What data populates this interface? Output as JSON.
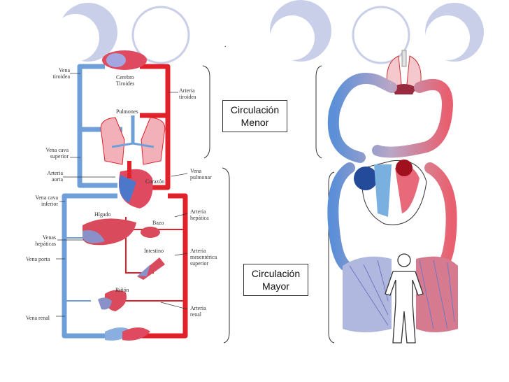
{
  "diagram": {
    "dot": ".",
    "labels": {
      "vena_tiroidea": "Vena tiroidea",
      "cerebro_tiroides": "Cerebro Tiroides",
      "arteria_tiroidea": "Arteria tiroidea",
      "pulmones": "Pulmones",
      "vena_cava_superior": "Vena cava superior",
      "arteria_aorta": "Arteria aorta",
      "corazon": "Corazón",
      "vena_pulmonar": "Vena pulmonar",
      "vena_cava_inferior": "Vena cava inferior",
      "higado": "Hígado",
      "arteria_hepatica": "Arteria hepática",
      "bazo": "Bazo",
      "venas_hepaticas": "Venas hepáticas",
      "vena_porta": "Vena porta",
      "intestino": "Intestino",
      "arteria_mesenterica_superior": "Arteria mesentérica superior",
      "rinon": "Riñón",
      "vena_renal": "Vena renal",
      "arteria_renal": "Arteria renal"
    },
    "boxes": {
      "menor": "Circulación Menor",
      "mayor": "Circulación Mayor"
    }
  },
  "colors": {
    "vein_blue": "#6f9fd8",
    "artery_red": "#e0212a",
    "header_circle": "#c9cfe8"
  }
}
